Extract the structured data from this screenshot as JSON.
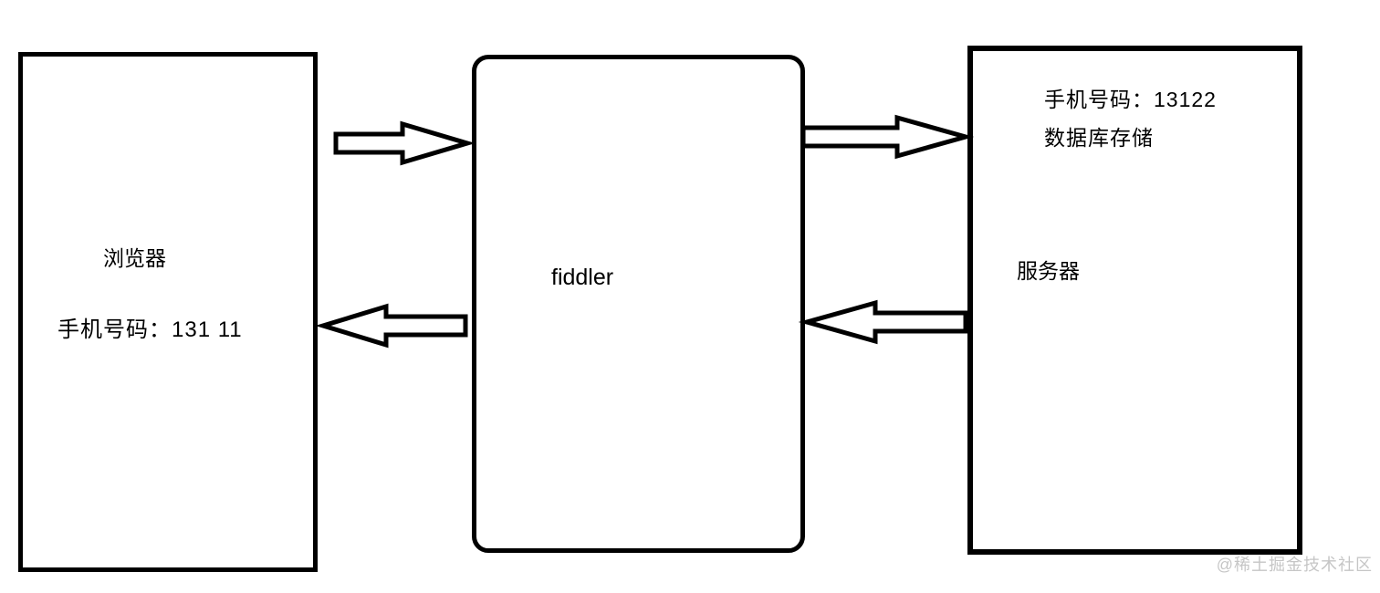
{
  "nodes": {
    "browser": {
      "label": "浏览器",
      "phone": "手机号码：131 11"
    },
    "fiddler": {
      "label": "fiddler"
    },
    "server": {
      "phone": "手机号码：13122",
      "storage": "数据库存储",
      "label": "服务器"
    }
  },
  "edges": [
    {
      "id": "browser-to-fiddler",
      "from": "browser",
      "to": "fiddler",
      "direction": "right"
    },
    {
      "id": "fiddler-to-browser",
      "from": "fiddler",
      "to": "browser",
      "direction": "left"
    },
    {
      "id": "fiddler-to-server",
      "from": "fiddler",
      "to": "server",
      "direction": "right"
    },
    {
      "id": "server-to-fiddler",
      "from": "server",
      "to": "fiddler",
      "direction": "left"
    }
  ],
  "watermark": "@稀土掘金技术社区",
  "colors": {
    "border": "#000000",
    "background": "#ffffff",
    "watermark": "#c6c6c6"
  }
}
